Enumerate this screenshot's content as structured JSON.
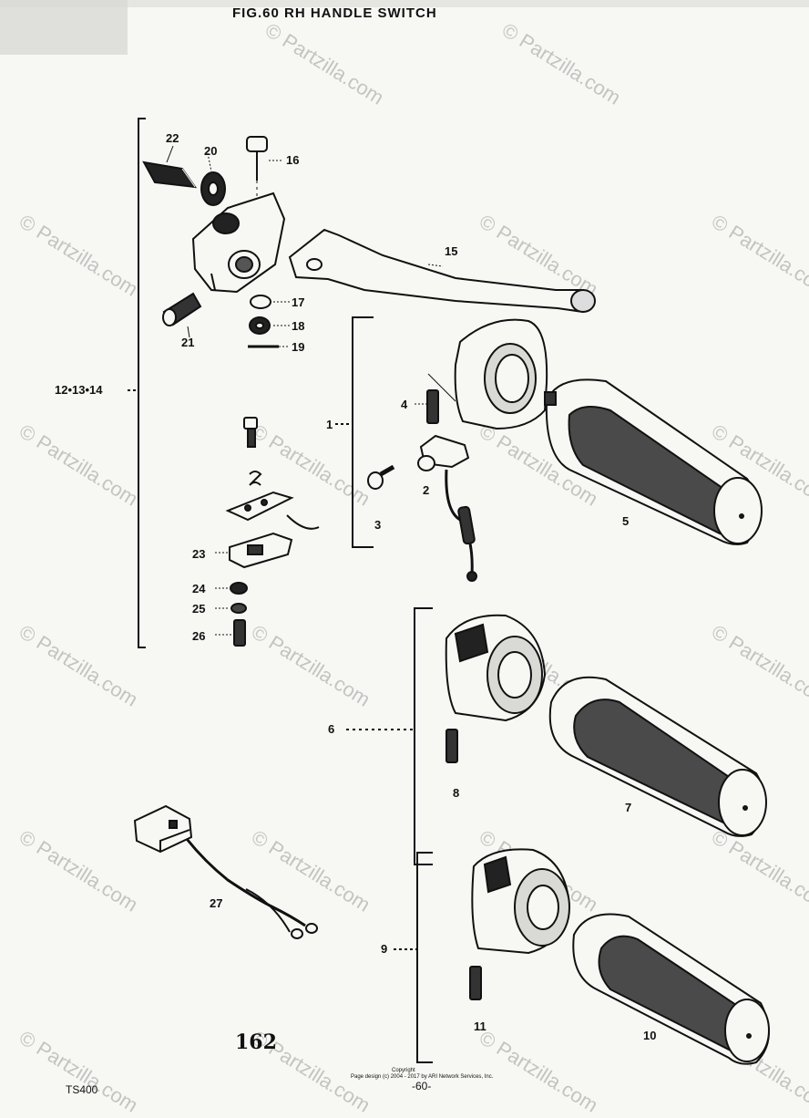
{
  "title": "FIG.60 RH HANDLE SWITCH",
  "page_number": "162",
  "folio": "-60-",
  "model_code": "TS400",
  "copyright_lines": [
    "Copyright",
    "Page design (c) 2004 - 2017 by ARI Network Services, Inc."
  ],
  "watermark": "© Partzilla.com",
  "group_labels": {
    "assembly_main": "12•13•14",
    "switch_1": "1",
    "switch_6": "6",
    "switch_9": "9"
  },
  "part_labels": {
    "p22": "22",
    "p20": "20",
    "p16": "16",
    "p15": "15",
    "p21": "21",
    "p17": "17",
    "p18": "18",
    "p19": "19",
    "p4": "4",
    "p2": "2",
    "p3": "3",
    "p5": "5",
    "p23": "23",
    "p24": "24",
    "p25": "25",
    "p26": "26",
    "p8": "8",
    "p7": "7",
    "p27": "27",
    "p11": "11",
    "p10": "10"
  },
  "colors": {
    "ink": "#111111",
    "paper": "#f7f7f4",
    "watermark": "#9a9a9a"
  }
}
